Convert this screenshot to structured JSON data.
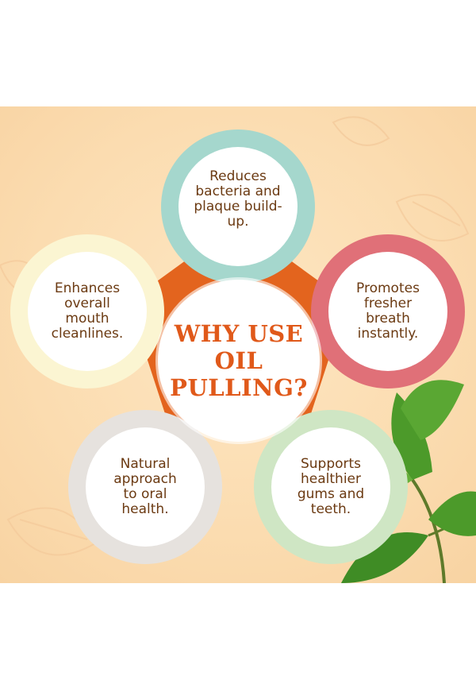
{
  "title_lines": [
    "WHY USE",
    "OIL",
    "PULLING?"
  ],
  "benefits": [
    {
      "lines": [
        "Reduces",
        "bacteria and",
        "plaque build-",
        "up."
      ],
      "color": "#a5d7cd"
    },
    {
      "lines": [
        "Promotes",
        "fresher",
        "breath",
        "instantly."
      ],
      "color": "#e07078"
    },
    {
      "lines": [
        "Supports",
        "healthier",
        "gums and",
        "teeth."
      ],
      "color": "#cfe6c4"
    },
    {
      "lines": [
        "Natural",
        "approach",
        "to oral",
        "health."
      ],
      "color": "#e6e2de"
    },
    {
      "lines": [
        "Enhances",
        "overall",
        "mouth",
        "cleanlines."
      ],
      "color": "#fbf5d2"
    }
  ],
  "colors": {
    "pentagon": "#e3641e",
    "title": "#e0591a",
    "text": "#6b3a12",
    "leaf": "#4c9a2a"
  }
}
